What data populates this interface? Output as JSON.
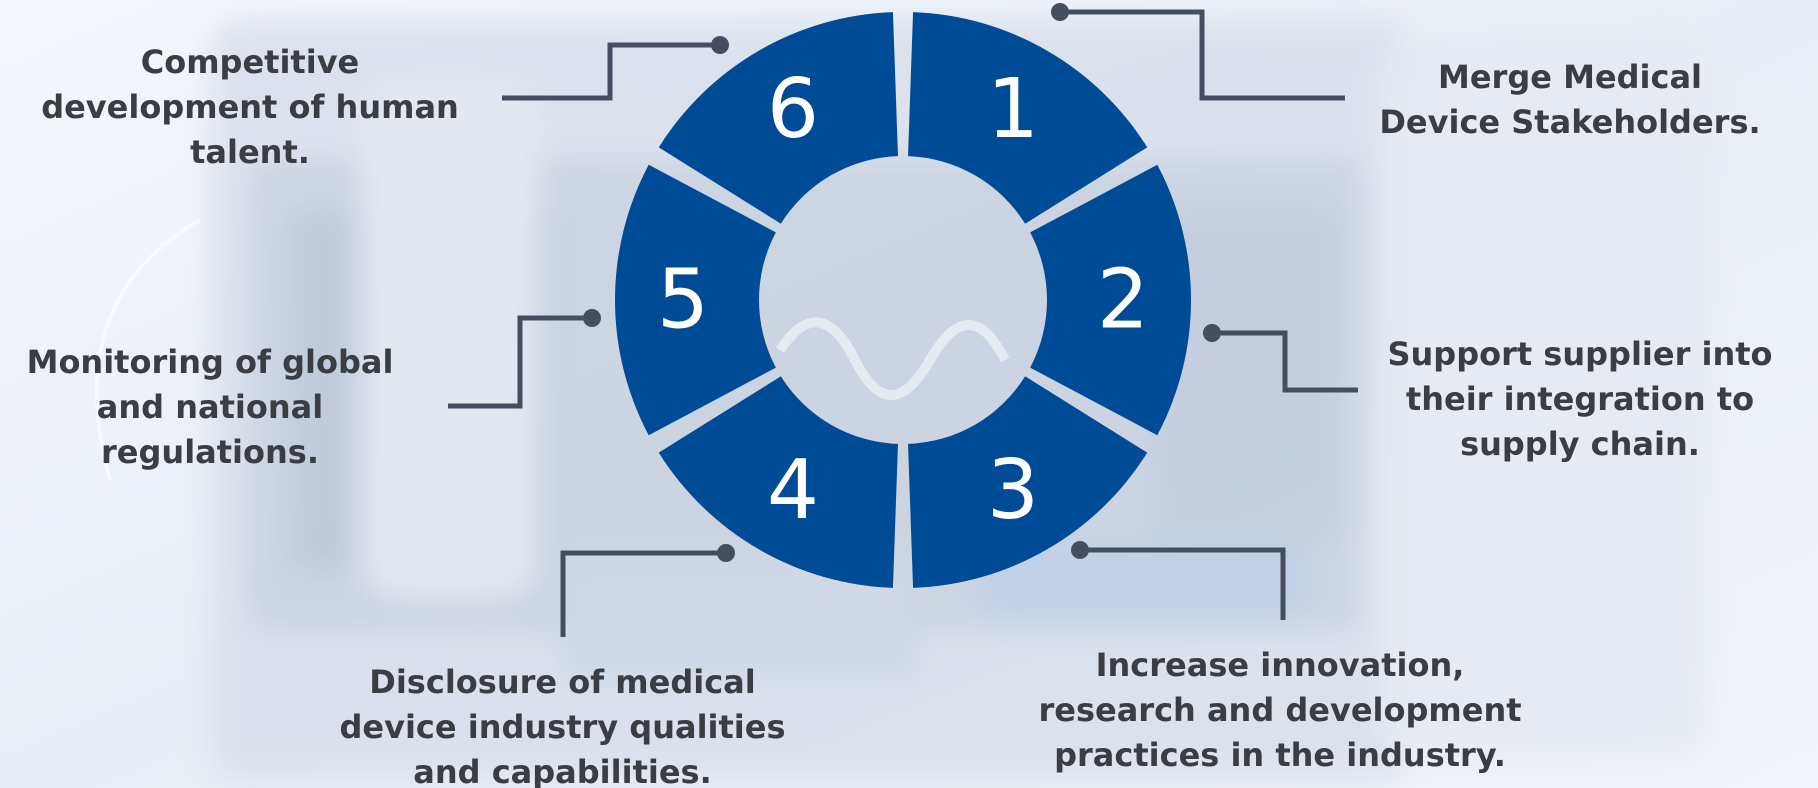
{
  "theme": {
    "segment_color": "#004b96",
    "connector_color": "#454e5e",
    "label_color": "#3b3d42"
  },
  "cycle": {
    "steps": [
      {
        "number": "1",
        "label": "Merge Medical\nDevice Stakeholders."
      },
      {
        "number": "2",
        "label": "Support supplier into\ntheir integration to\nsupply chain."
      },
      {
        "number": "3",
        "label": "Increase innovation,\nresearch and development\npractices in the industry."
      },
      {
        "number": "4",
        "label": "Disclosure of medical\ndevice industry qualities\nand capabilities."
      },
      {
        "number": "5",
        "label": "Monitoring of global\nand national\nregulations."
      },
      {
        "number": "6",
        "label": "Competitive\ndevelopment of human\ntalent."
      }
    ]
  }
}
